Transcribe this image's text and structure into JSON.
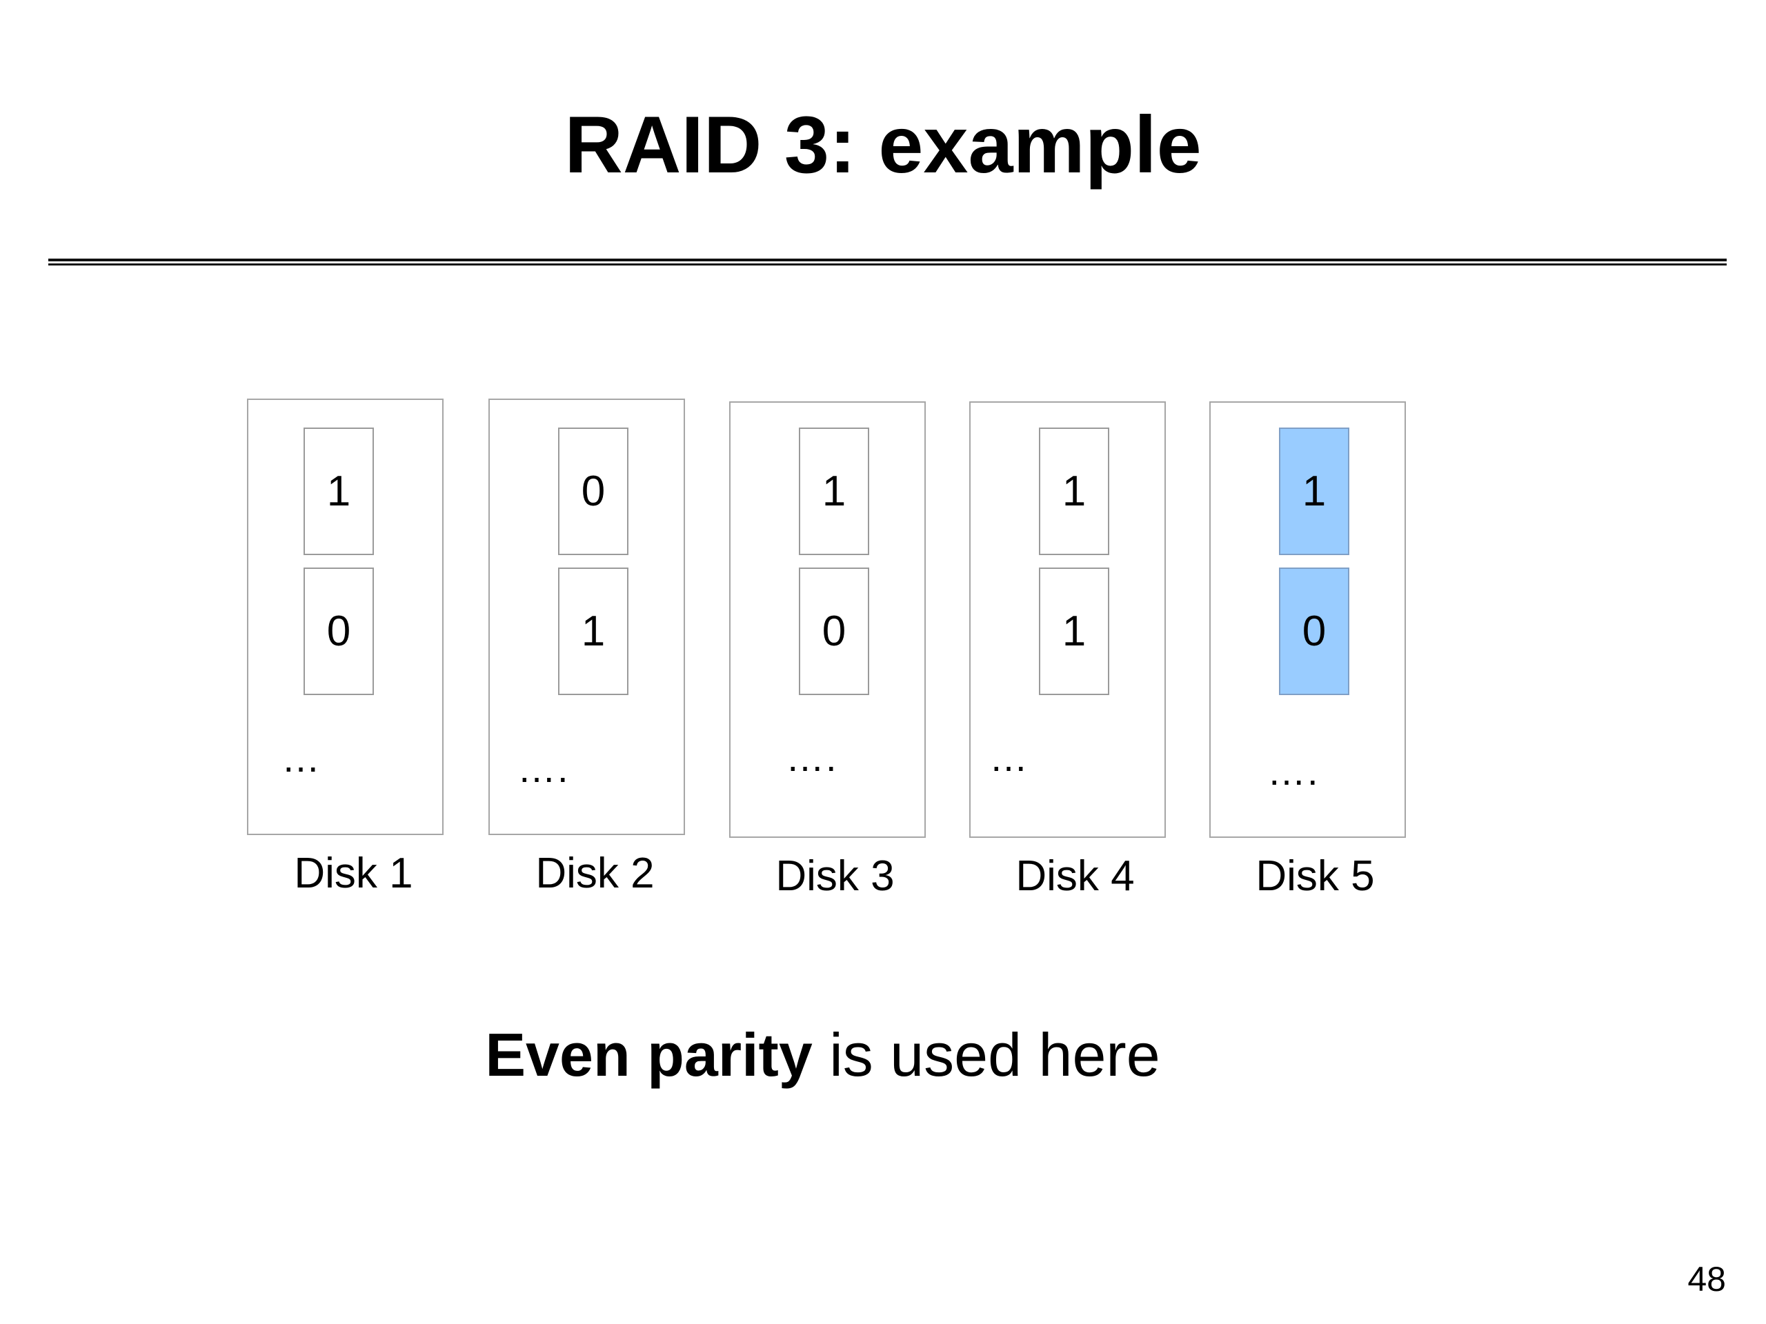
{
  "slide": {
    "title": "RAID 3: example",
    "caption_bold": "Even parity",
    "caption_rest": " is used here",
    "page_number": "48"
  },
  "diagram": {
    "parity_color": "#99ccff",
    "disks": [
      {
        "label": "Disk 1",
        "bits": [
          "1",
          "0"
        ],
        "ellipsis": "…",
        "parity": false
      },
      {
        "label": "Disk 2",
        "bits": [
          "0",
          "1"
        ],
        "ellipsis": "….",
        "parity": false
      },
      {
        "label": "Disk 3",
        "bits": [
          "1",
          "0"
        ],
        "ellipsis": "….",
        "parity": false
      },
      {
        "label": "Disk 4",
        "bits": [
          "1",
          "1"
        ],
        "ellipsis": "…",
        "parity": false
      },
      {
        "label": "Disk 5",
        "bits": [
          "1",
          "0"
        ],
        "ellipsis": "….",
        "parity": true
      }
    ]
  }
}
